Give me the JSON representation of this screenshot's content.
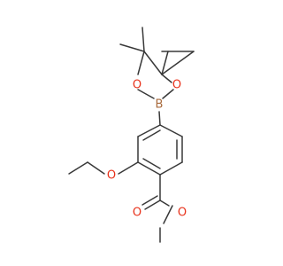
{
  "molecule": {
    "atoms": {
      "boron": {
        "symbol": "B",
        "color": "#a86a3c"
      },
      "oxygen_ring_left": {
        "symbol": "O",
        "color": "#e8311a"
      },
      "oxygen_ring_right": {
        "symbol": "O",
        "color": "#e8311a"
      },
      "oxygen_ether": {
        "symbol": "O",
        "color": "#e8311a"
      },
      "oxygen_carbonyl": {
        "symbol": "O",
        "color": "#e8311a"
      },
      "oxygen_ester": {
        "symbol": "O",
        "color": "#e8311a"
      }
    },
    "bond_color": "#383838"
  }
}
